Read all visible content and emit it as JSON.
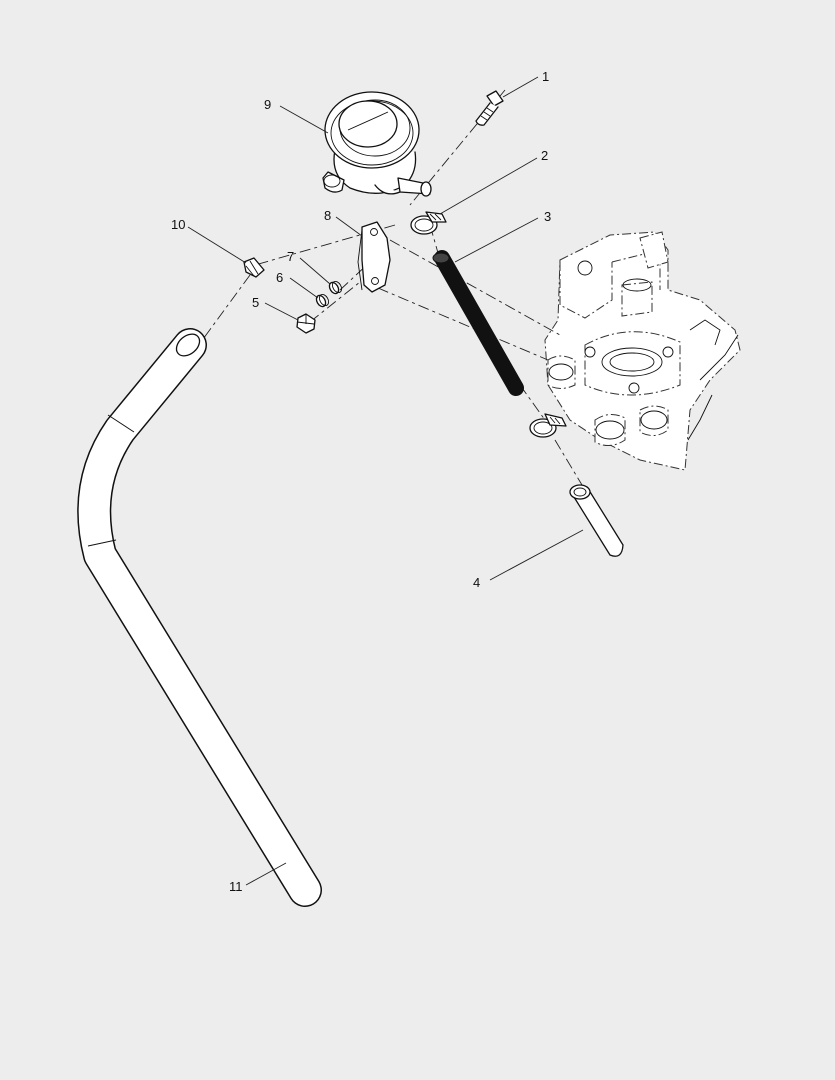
{
  "callouts": {
    "c1": "1",
    "c2": "2",
    "c3": "3",
    "c4": "4",
    "c5": "5",
    "c6": "6",
    "c7": "7",
    "c8": "8",
    "c9": "9",
    "c10": "10",
    "c11": "11"
  },
  "colors": {
    "background": "#ededed",
    "line": "#111111",
    "part_fill": "#ffffff",
    "hose_fill": "#111111"
  }
}
